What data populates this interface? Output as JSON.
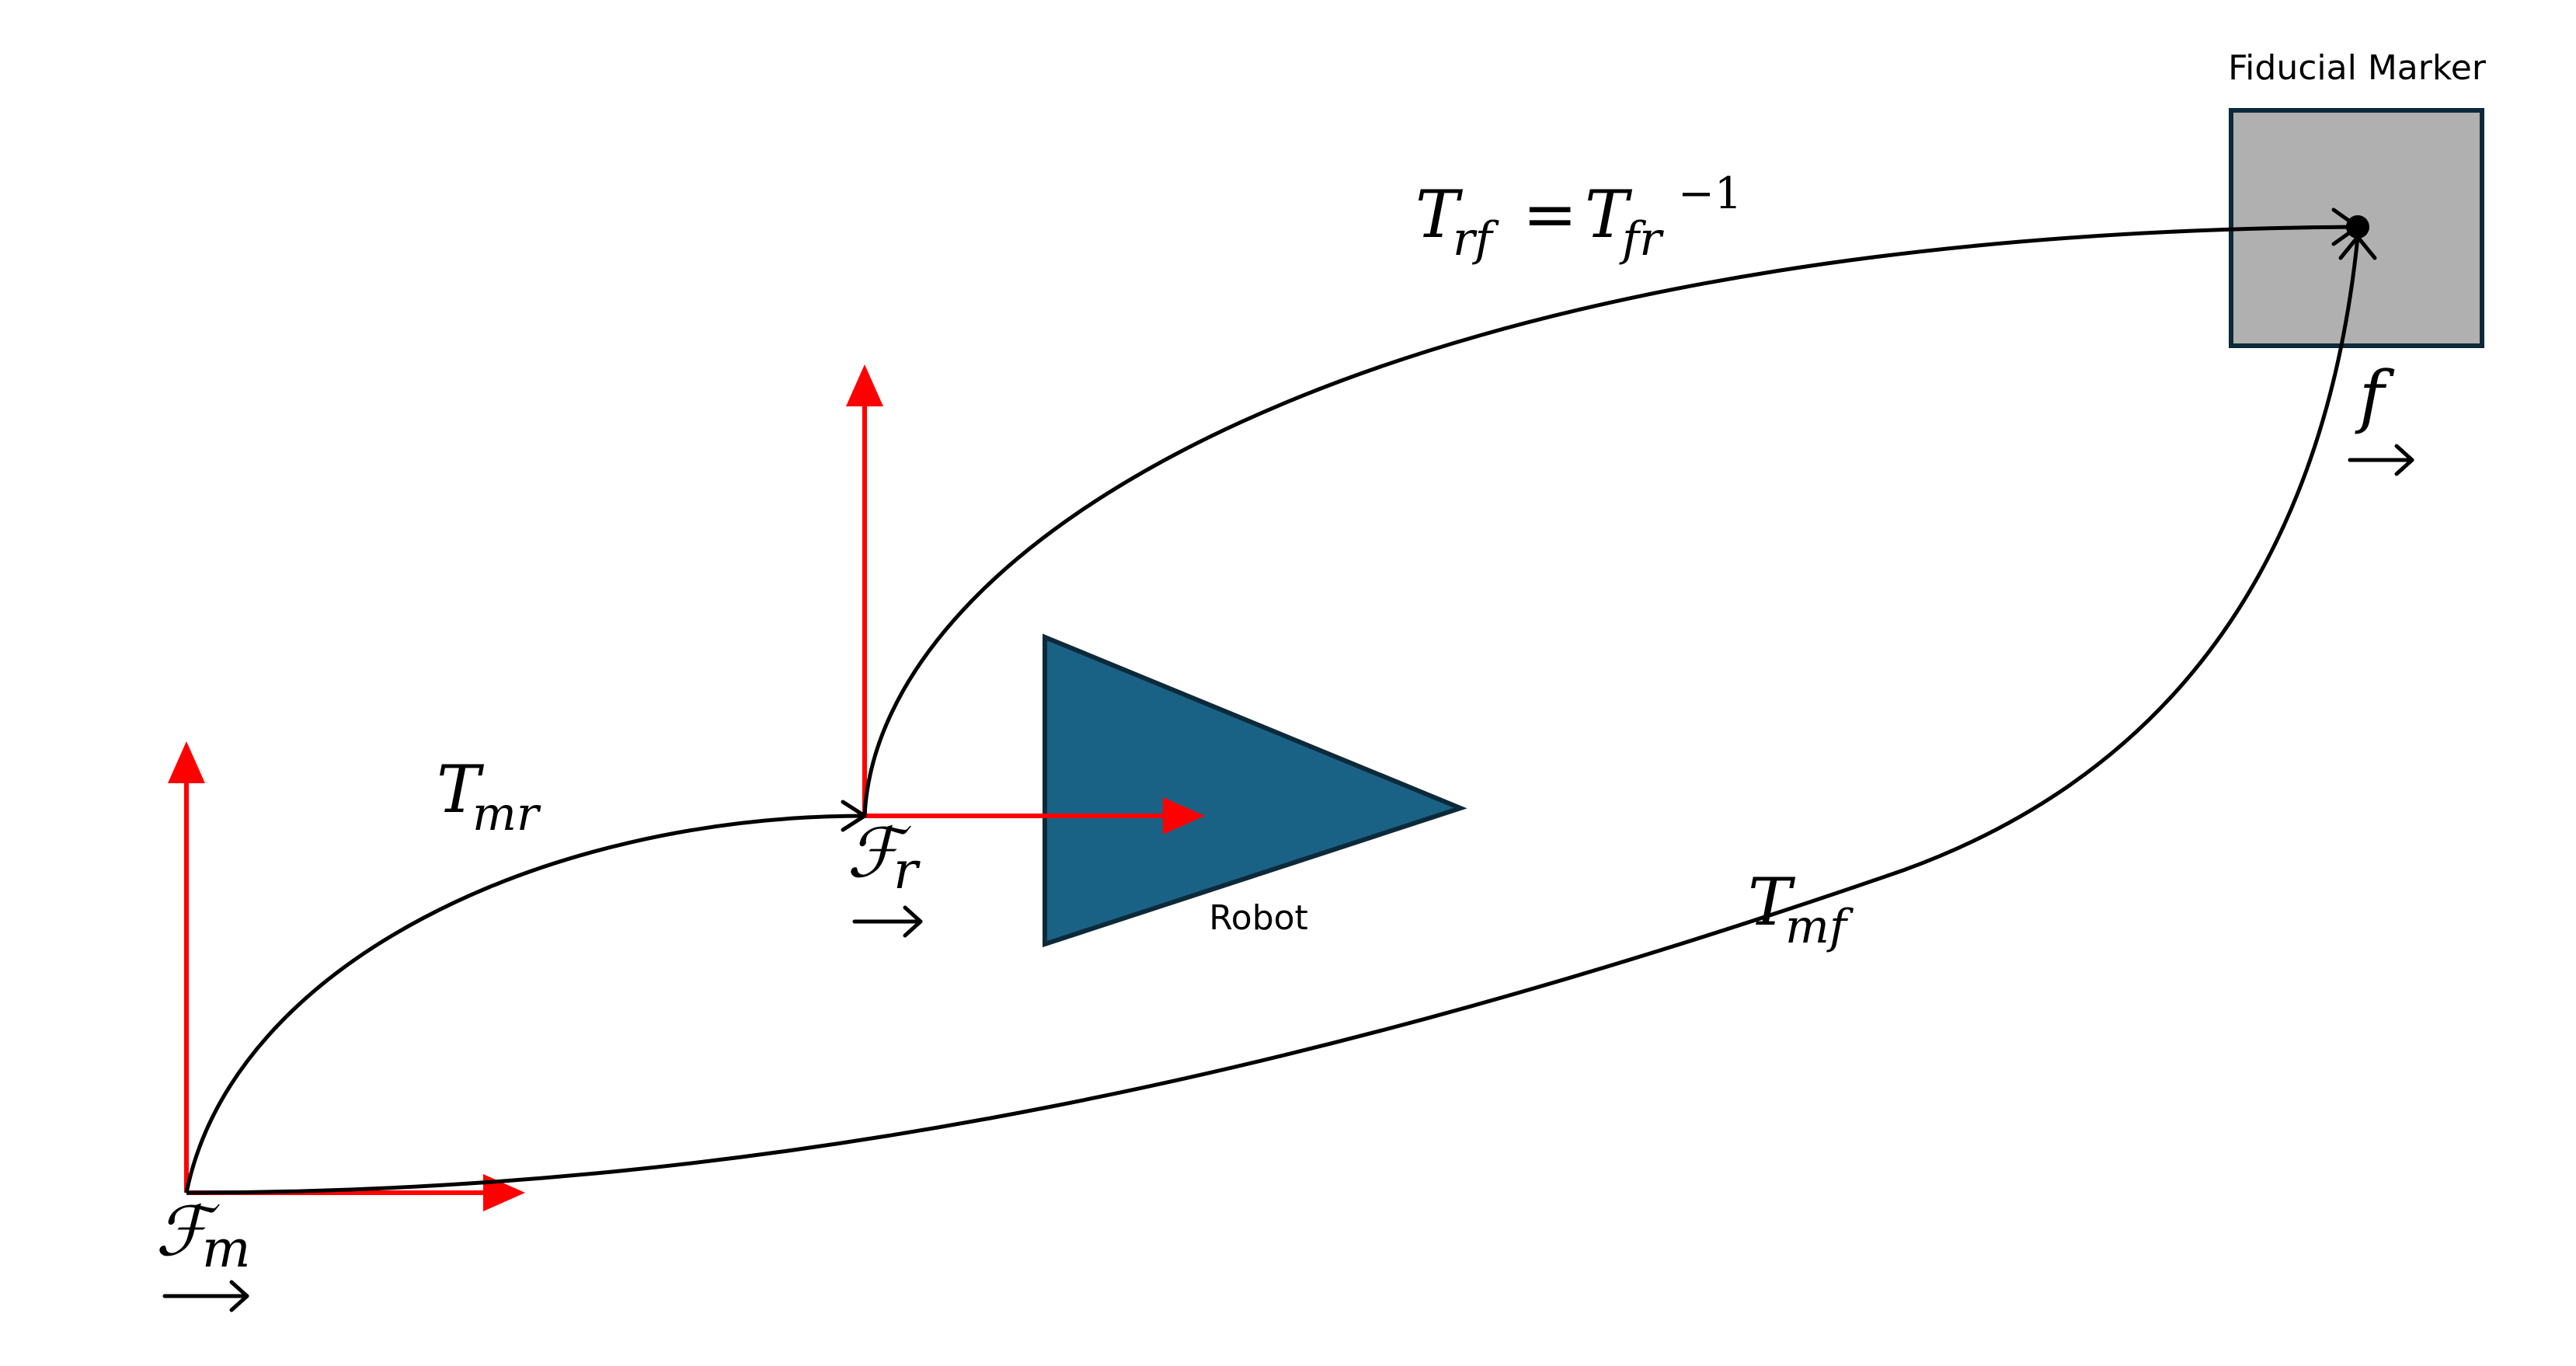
{
  "labels": {
    "fiducial_marker": "Fiducial Marker",
    "robot": "Robot"
  },
  "equations": {
    "t_rf": {
      "base": "T",
      "sub": "rf",
      "equals": "=",
      "rhs_base": "T",
      "rhs_sub": "fr",
      "rhs_sup": "−1"
    },
    "t_mr": {
      "base": "T",
      "sub": "mr"
    },
    "t_mf": {
      "base": "T",
      "sub": "mf"
    }
  },
  "frames": {
    "map": {
      "symbol": "ℱ",
      "sub": "m"
    },
    "robot": {
      "symbol": "ℱ",
      "sub": "r"
    },
    "fiducial": {
      "symbol": "f"
    }
  },
  "colors": {
    "axis": "#ff0000",
    "robot_fill": "#1a6285",
    "robot_stroke": "#0d2a3a",
    "marker_fill": "#b0b0b0",
    "marker_stroke": "#0d2a3a",
    "curve": "#000000"
  }
}
